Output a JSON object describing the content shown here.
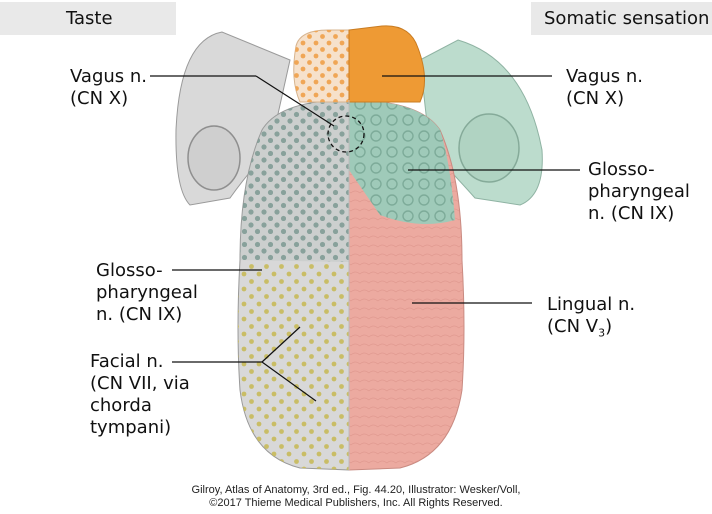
{
  "headers": {
    "left": "Taste",
    "right": "Somatic sensation"
  },
  "labels": {
    "vagus_left": [
      "Vagus n.",
      "(CN X)"
    ],
    "glosso_left": [
      "Glosso-",
      "pharyngeal",
      "n. (CN IX)"
    ],
    "facial_left": [
      "Facial n.",
      "(CN VII, via",
      "chorda",
      "tympani)"
    ],
    "vagus_right": [
      "Vagus n.",
      "(CN X)"
    ],
    "glosso_right": [
      "Glosso-",
      "pharyngeal",
      "n. (CN IX)"
    ],
    "lingual_right": [
      "Lingual n.",
      "(CN V",
      "3",
      ")"
    ]
  },
  "credit": [
    "Gilroy, Atlas of Anatomy, 3rd ed., Fig. 44.20, Illustrator: Wesker/Voll,",
    "©2017 Thieme Medical Publishers, Inc. All Rights Reserved."
  ],
  "colors": {
    "header_bg": "#e9e9e9",
    "vagus_taste": "#f3a24a",
    "glosso_taste": "#5f8b82",
    "facial_taste": "#c9bd5f",
    "vagus_somatic": "#ee9a34",
    "glosso_somatic": "#9fcab9",
    "lingual_somatic": "#ecaaa0"
  }
}
